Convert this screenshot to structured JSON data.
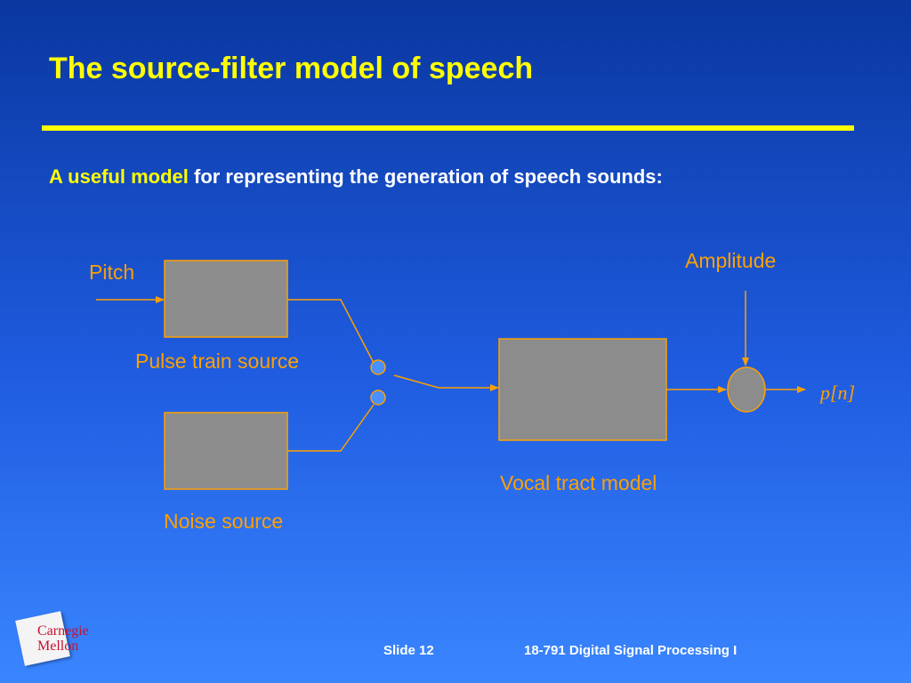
{
  "slide": {
    "title": "The source-filter model of speech",
    "subtitle_highlight": "A useful model",
    "subtitle_rest": " for representing the generation of speech sounds:"
  },
  "diagram": {
    "pitch_label": "Pitch",
    "pulse_label": "Pulse train source",
    "noise_label": "Noise source",
    "vocal_label": "Vocal tract model",
    "amplitude_label": "Amplitude",
    "output_label": "p[n]"
  },
  "footer": {
    "slide_number": "Slide 12",
    "course": "18-791 Digital Signal Processing I"
  },
  "logo": {
    "line1": "Carnegie",
    "line2": "Mellon"
  },
  "colors": {
    "title": "#ffff00",
    "diagram_lines": "#ffa000",
    "block_fill": "#8c8c8c",
    "logo_text": "#c8102e"
  }
}
